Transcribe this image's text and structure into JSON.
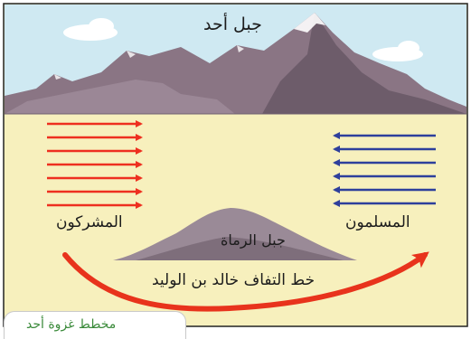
{
  "diagram": {
    "labels": {
      "mount_uhud": "جبل أحد",
      "mushrikun": "المشركون",
      "muslimun": "المسلمون",
      "mount_rumat": "جبل الرماة",
      "khalid_route": "خط التفاف خالد بن الوليد"
    },
    "caption": "مخطط غزوة أحد",
    "forces": {
      "mushrikun_arrow_count": 7,
      "muslimun_arrow_count": 6
    },
    "colors": {
      "sky": "#cfe9f2",
      "ground": "#f7f0bd",
      "mountain": "#8a7584",
      "mushrikun_arrows": "#ee2f1f",
      "muslimun_arrows": "#2e3f9c",
      "route_arrow": "#e8331c",
      "caption_text": "#3a8a3a"
    }
  }
}
